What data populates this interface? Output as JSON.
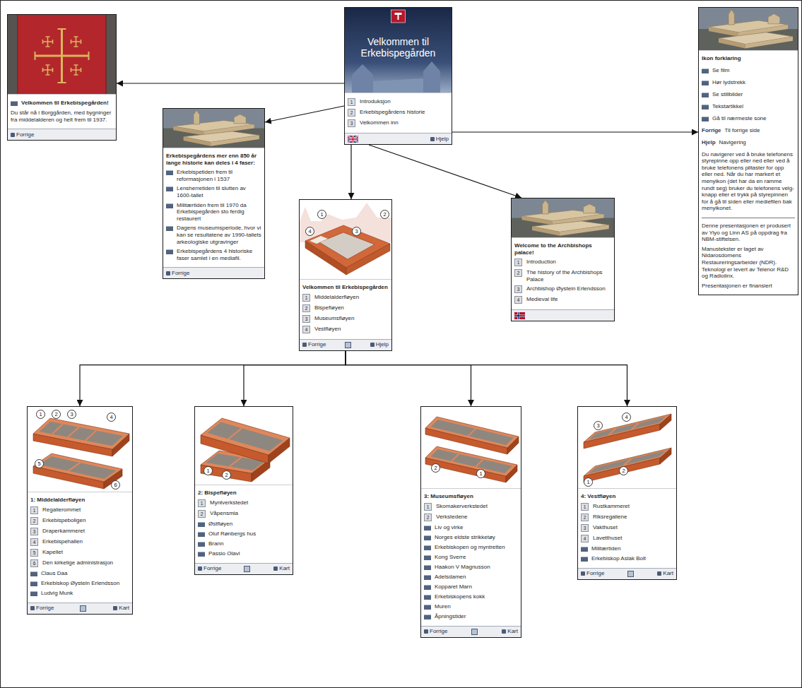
{
  "diagram": {
    "nodes": [
      {
        "text": [
          "Velkommen til Erkebispegården",
          "1",
          "Introduksjon",
          "2",
          "Erkebispegårdens historie",
          "3",
          "Velkommen inn",
          "Hjelp"
        ]
      },
      {
        "text": [
          "Velkommen til Erkebispegården!",
          "Du står nå i Borggården, med bygninger fra middelalderen og helt frem til 1937.",
          "Forrige"
        ]
      },
      {
        "text": [
          "Erkebispegårdens mer enn 850 år lange historie kan deles i 4 faser:",
          "Erkebispetiden frem til reformasjonen i 1537",
          "Lensherretiden til slutten av 1600-tallet",
          "Militærtiden frem til 1970 da Erkebispegården sto ferdig restaurert",
          "Dagens museumsperiode, hvor vi kan se resultatene av 1990-tallets arkeologiske utgravinger",
          "Erkebispegårdens 4 historiske faser samlet i en mediafil.",
          "Forrige"
        ]
      },
      {
        "text": [
          "1",
          "2",
          "3",
          "4",
          "Velkommen til Erkebispegården",
          "1",
          "Middelalderfløyen",
          "2",
          "Bispefløyen",
          "3",
          "Museumsfløyen",
          "4",
          "Vestfløyen",
          "Forrige",
          "Hjelp"
        ]
      },
      {
        "text": [
          "Welcome to the Archbishops palace!",
          "1",
          "Introduction",
          "2",
          "The history of the Archbishops Palace",
          "3",
          "Archbishop Øystein Erlendsson",
          "4",
          "Medieval life"
        ]
      },
      {
        "text": [
          "Ikon forklaring",
          "Se film",
          "Hør lydstrekk",
          "Se stillbilder",
          "Tekstartikkel",
          "Gå til nærmeste sone",
          "Forrige",
          "Til forrige side",
          "Hjelp",
          "Navigering",
          "Du navigerer ved å bruke telefonens styrepinne opp eller ned eller ved å bruke telefonens piltaster for opp eller ned. Når du har markert et menyikon (det har da en ramme rundt seg) bruker du telefonens velg-knapp eller et trykk på styrepinnen for å gå til siden eller mediefilen bak menyikonet.",
          "Denne presentasjonen er produsert av Yiyo og Linn AS på oppdrag fra NBM-stiftelsen.",
          "Manustekster er laget av Nidarosdomens Restaureringsarbeider (NDR). Teknologi er levert av Telenor R&D og Radiolinx.",
          "Presentasjonen er finansiert"
        ]
      },
      {
        "text": [
          "1",
          "2",
          "3",
          "4",
          "5",
          "6",
          "1: Middelalderfløyen",
          "1",
          "Regalierommet",
          "2",
          "Erkebispeboligen",
          "3",
          "Draperkammeret",
          "4",
          "Erkebispehallen",
          "5",
          "Kapellet",
          "6",
          "Den kirkelige administrasjon",
          "Claus Daa",
          "Erkebiskop Øystein Erlendsson",
          "Ludvig Munk",
          "Forrige",
          "Kart"
        ]
      },
      {
        "text": [
          "1",
          "2",
          "2: Bispefløyen",
          "1",
          "Myntverkstedet",
          "2",
          "Våpensmia",
          "Østfløyen",
          "Oluf Rønbergs hus",
          "Brann",
          "Passio Olavi",
          "Forrige",
          "Kart"
        ]
      },
      {
        "text": [
          "2",
          "1",
          "3: Museumsfløyen",
          "1",
          "Skomakerverkstedet",
          "2",
          "Verkstedene",
          "Liv og virke",
          "Norges eldste strikketøy",
          "Erkebiskopen og myntretten",
          "Kong Sverre",
          "Haakon V Magnusson",
          "Adelsdamen",
          "Kopparet Marn",
          "Erkebiskopens kokk",
          "Muren",
          "Åpningstider",
          "Forrige",
          "Kart"
        ]
      },
      {
        "text": [
          "3",
          "4",
          "1",
          "2",
          "4: Vestfløyen",
          "1",
          "Rustkammeret",
          "2",
          "Riksregaliene",
          "3",
          "Vakthuset",
          "4",
          "Lavetthuset",
          "Militærtiden",
          "Erkebiskop Aslak Bolt",
          "Forrige",
          "Kart"
        ]
      }
    ],
    "edges": [
      {
        "from": 0,
        "to": 1,
        "arrow": "to"
      },
      {
        "from": 0,
        "to": 2,
        "arrow": "to"
      },
      {
        "from": 0,
        "to": 3,
        "arrow": "to"
      },
      {
        "from": 0,
        "to": 4,
        "arrow": "to"
      },
      {
        "from": 0,
        "to": 5,
        "arrow": "to"
      },
      {
        "from": 3,
        "to": 6,
        "arrow": "to"
      },
      {
        "from": 3,
        "to": 7,
        "arrow": "to"
      },
      {
        "from": 3,
        "to": 8,
        "arrow": "to"
      },
      {
        "from": 3,
        "to": 9,
        "arrow": "to"
      }
    ]
  }
}
